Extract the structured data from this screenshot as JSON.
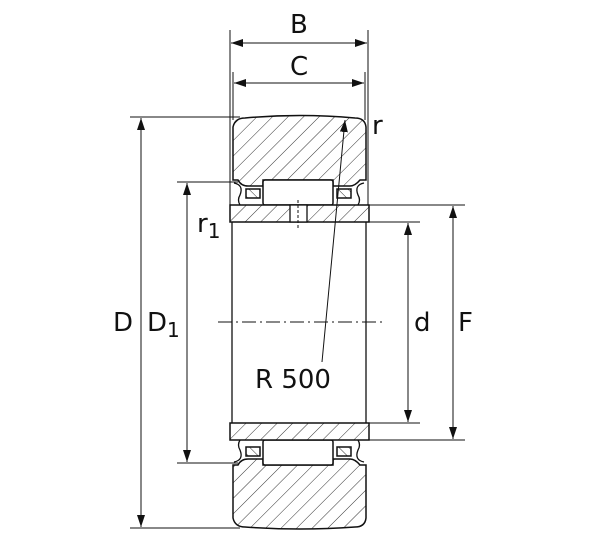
{
  "labels": {
    "B": "B",
    "C": "C",
    "D": "D",
    "D1_main": "D",
    "D1_sub": "1",
    "r": "r",
    "r1_main": "r",
    "r1_sub": "1",
    "d": "d",
    "F": "F",
    "radius": "R 500"
  }
}
